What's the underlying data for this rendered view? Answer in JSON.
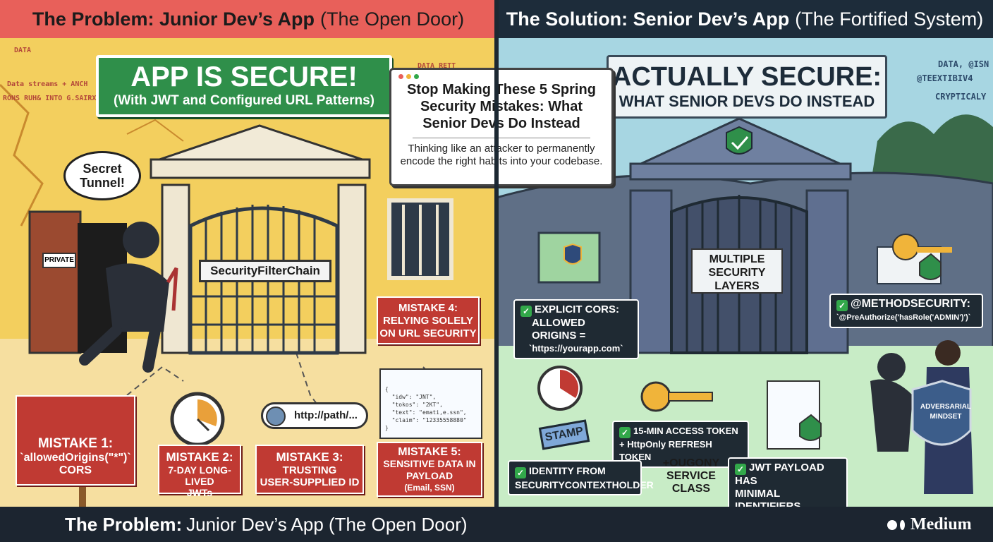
{
  "banners": {
    "left": {
      "bold": "The Problem: Junior Dev’s App",
      "normal": "(The Open Door)"
    },
    "right": {
      "bold": "The Solution: Senior Dev’s App",
      "normal": "(The Fortified System)"
    }
  },
  "left_panel": {
    "sign_title": "APP IS SECURE!",
    "sign_subtitle": "(With JWT and Configured URL Patterns)",
    "bubble": "Secret Tunnel!",
    "door_sign": "PRIVATE",
    "filter_chain": "SecurityFilterChain",
    "url_bar": "http://path/...",
    "decor": [
      "DATA",
      "Data streams + ANCH",
      "RONS RUH& INTO G.SAIRX",
      "DATA RETT"
    ],
    "json_code": "{\n  \"idw\": \"JNT\",\n  \"tokos\": \"2KT\",\n  \"text\": \"emati,e.ssn\",\n  \"claim\": \"12335558880\"\n}",
    "mistakes": [
      {
        "title": "MISTAKE 1:",
        "detail": "`allowedOrigins(\"*\")`",
        "extra": "CORS"
      },
      {
        "title": "MISTAKE 2:",
        "detail": "7-DAY LONG-LIVED",
        "extra": "JWTs"
      },
      {
        "title": "MISTAKE 3:",
        "detail": "TRUSTING",
        "extra": "USER-SUPPLIED ID"
      },
      {
        "title": "MISTAKE 4:",
        "detail": "RELYING SOLELY",
        "extra": "ON URL SECURITY"
      },
      {
        "title": "MISTAKE 5:",
        "detail": "SENSITIVE DATA IN PAYLOAD",
        "extra": "(Email, SSN)"
      }
    ]
  },
  "center_card": {
    "title": "Stop Making These 5 Spring Security Mistakes: What Senior Devs Do Instead",
    "subtitle": "Thinking like an attacker to permanently encode the right habits into your codebase."
  },
  "right_panel": {
    "sign_title": "ACTUALLY SECURE:",
    "sign_subtitle": "WHAT SENIOR DEVS DO INSTEAD",
    "gate_sign": "MULTIPLE SECURITY LAYERS",
    "decor": [
      "DATA, @ISN",
      "@TEEXTIBIV4",
      "CRYPTICALY"
    ],
    "stamp": "STAMP",
    "shield": "ADVERSARIAL MINDSET",
    "service": "+OUGONY SERVICE CLASS",
    "solutions": {
      "cors_title": "EXPLICIT CORS:",
      "cors_line2": "ALLOWED ORIGINS =",
      "cors_line3": "`https://yourapp.com`",
      "method_title": "@METHODSECURITY:",
      "method_line2": "`@PreAuthorize('hasRole('ADMIN')')`",
      "token_line1": "15-MIN ACCESS TOKEN",
      "token_line2": "+ HttpOnly REFRESH TOKEN",
      "identity_line1": "IDENTITY FROM",
      "identity_line2": "SECURITYCONTEXTHOLDER",
      "jwt_line1": "JWT PAYLOAD HAS",
      "jwt_line2": "MINIMAL IDENTIFIERS"
    }
  },
  "footer": {
    "bold": "The Problem:",
    "normal": "Junior Dev’s App (The Open Door)",
    "brand": "Medium"
  },
  "colors": {
    "problem": "#e8605a",
    "solution_bg": "#1d2c3a",
    "mistake": "#c03a33",
    "check": "#32a84a"
  }
}
